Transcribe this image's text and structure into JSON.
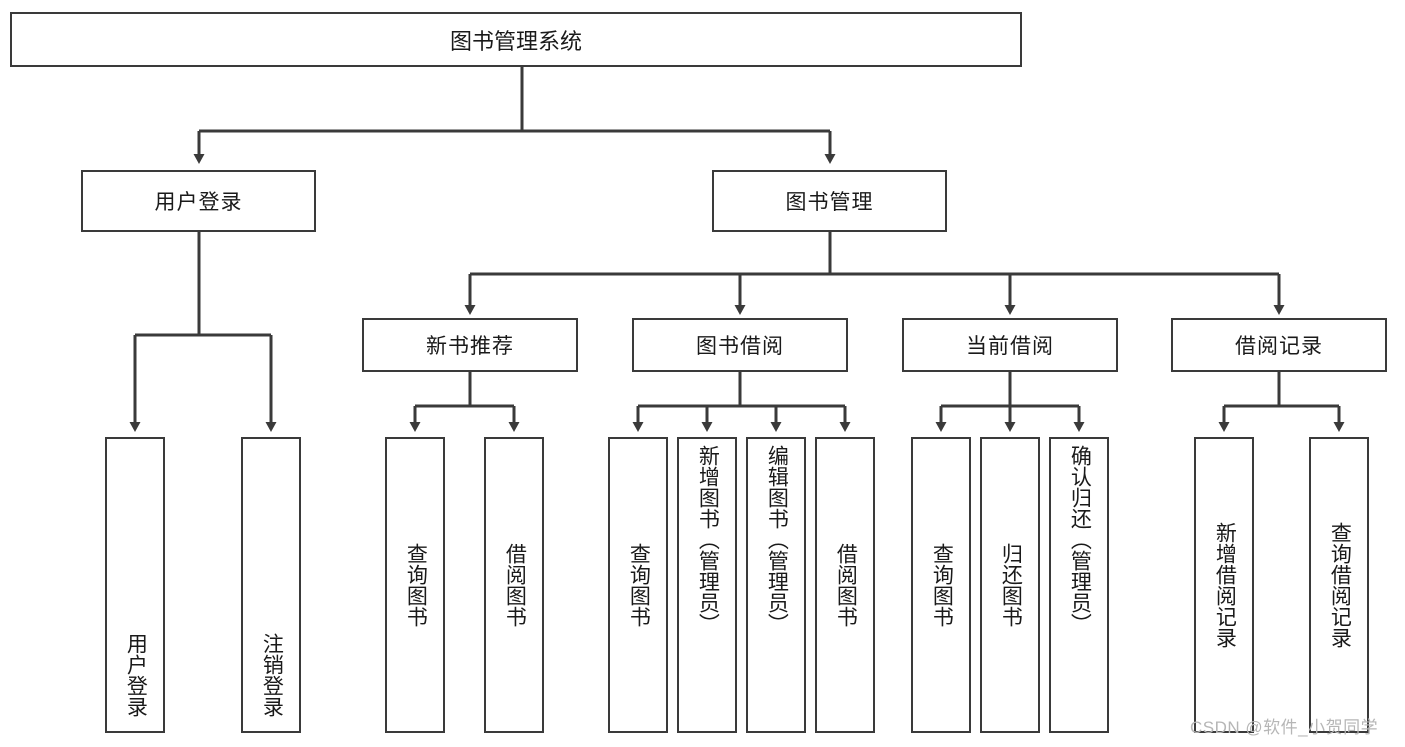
{
  "diagram": {
    "type": "tree",
    "orientation": "top-down",
    "title": "图书管理系统",
    "root": {
      "id": "root",
      "label": "图书管理系统",
      "level": 1,
      "children": [
        {
          "id": "user-login",
          "label": "用户登录",
          "level": 2,
          "children": [
            {
              "id": "user-login-action",
              "label": "用户登录",
              "level": 3,
              "align": "bottom"
            },
            {
              "id": "user-logout-action",
              "label": "注销登录",
              "level": 3,
              "align": "bottom"
            }
          ]
        },
        {
          "id": "book-management",
          "label": "图书管理",
          "level": 2,
          "children": [
            {
              "id": "new-book-recommend",
              "label": "新书推荐",
              "level": 3,
              "children": [
                {
                  "id": "query-book-1",
                  "label": "查询图书",
                  "level": 4,
                  "align": "center"
                },
                {
                  "id": "borrow-book-1",
                  "label": "借阅图书",
                  "level": 4,
                  "align": "center"
                }
              ]
            },
            {
              "id": "book-borrow",
              "label": "图书借阅",
              "level": 3,
              "children": [
                {
                  "id": "query-book-2",
                  "label": "查询图书",
                  "level": 4,
                  "align": "center"
                },
                {
                  "id": "add-book-admin",
                  "label": "新增图书（管理员）",
                  "level": 4,
                  "align": "top"
                },
                {
                  "id": "edit-book-admin",
                  "label": "编辑图书（管理员）",
                  "level": 4,
                  "align": "top"
                },
                {
                  "id": "borrow-book-2",
                  "label": "借阅图书",
                  "level": 4,
                  "align": "center"
                }
              ]
            },
            {
              "id": "current-borrow",
              "label": "当前借阅",
              "level": 3,
              "children": [
                {
                  "id": "query-book-3",
                  "label": "查询图书",
                  "level": 4,
                  "align": "center"
                },
                {
                  "id": "return-book",
                  "label": "归还图书",
                  "level": 4,
                  "align": "center"
                },
                {
                  "id": "confirm-return-admin",
                  "label": "确认归还（管理员）",
                  "level": 4,
                  "align": "top"
                }
              ]
            },
            {
              "id": "borrow-record",
              "label": "借阅记录",
              "level": 3,
              "children": [
                {
                  "id": "add-borrow-record",
                  "label": "新增借阅记录",
                  "level": 4,
                  "align": "center"
                },
                {
                  "id": "query-borrow-record",
                  "label": "查询借阅记录",
                  "level": 4,
                  "align": "center"
                }
              ]
            }
          ]
        }
      ]
    }
  },
  "style": {
    "box_border_color": "#3a3a3a",
    "box_fill_color": "#ffffff",
    "edge_color": "#3a3a3a",
    "text_color": "#1a1a1a",
    "watermark_color": "#b6b6b6",
    "background": "#ffffff"
  },
  "watermark": {
    "text": "CSDN @软件_小贺同学"
  },
  "labels": {
    "root": "图书管理系统",
    "l2_user_login": "用户登录",
    "l2_book_management": "图书管理",
    "l3_new_book_recommend": "新书推荐",
    "l3_book_borrow": "图书借阅",
    "l3_current_borrow": "当前借阅",
    "l3_borrow_record": "借阅记录",
    "leaf_user_login": "用户登录",
    "leaf_user_logout": "注销登录",
    "leaf_query_book_1": "查询图书",
    "leaf_borrow_book_1": "借阅图书",
    "leaf_query_book_2": "查询图书",
    "leaf_add_book_admin": "新增图书（管理员）",
    "leaf_edit_book_admin": "编辑图书（管理员）",
    "leaf_borrow_book_2": "借阅图书",
    "leaf_query_book_3": "查询图书",
    "leaf_return_book": "归还图书",
    "leaf_confirm_return_admin": "确认归还（管理员）",
    "leaf_add_borrow_record": "新增借阅记录",
    "leaf_query_borrow_record": "查询借阅记录"
  }
}
